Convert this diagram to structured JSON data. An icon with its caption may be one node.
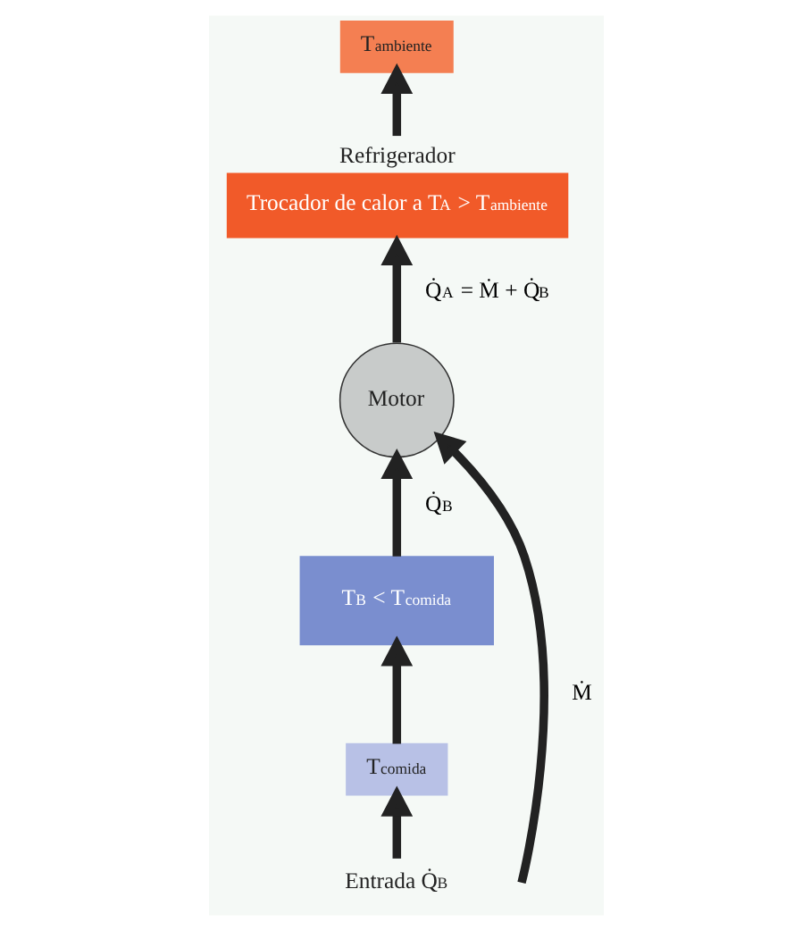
{
  "diagram": {
    "nodes": [
      {
        "text": [
          "Refrigerador",
          "Trocador de calor a T$_{A}$ > T$_{ambiente}$"
        ]
      },
      {
        "text": [
          "T$_{ambiente}$"
        ]
      },
      {
        "text": [
          "Motor"
        ]
      },
      {
        "text": [
          "Entrada Q̇$_{B}$"
        ]
      },
      {
        "text": [
          "T$_{comida}$"
        ]
      },
      {
        "text": [
          "T$_{B}$ < T$_{comida}$"
        ]
      }
    ],
    "edges": [
      {
        "from": 0,
        "to": 1,
        "arrow": "to"
      },
      {
        "from": 2,
        "to": 0,
        "arrow": "to",
        "label": "Q̇$_{A}$ = Ṁ + Q̇$_{B}$"
      },
      {
        "from": 5,
        "to": 2,
        "arrow": "to",
        "label": "Q̇$_{B}$"
      },
      {
        "from": null,
        "to": 2,
        "arrow": "to",
        "label": "Ṁ"
      },
      {
        "from": 3,
        "to": 4,
        "arrow": "to"
      },
      {
        "from": 4,
        "to": 5,
        "arrow": "to"
      }
    ]
  }
}
